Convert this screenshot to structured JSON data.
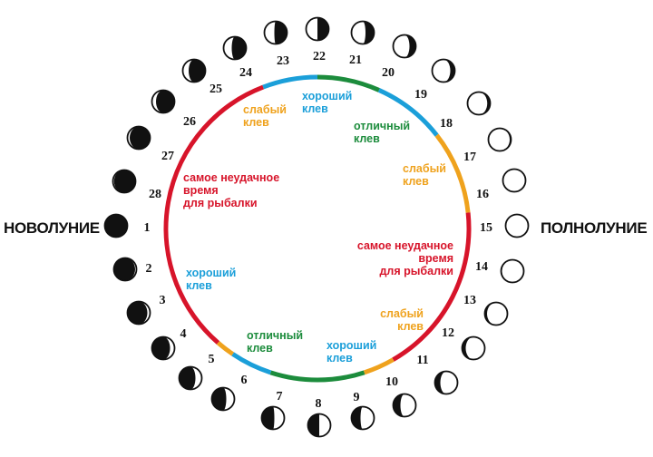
{
  "left_label": "НОВОЛУНИЕ",
  "right_label": "ПОЛНОЛУНИЕ",
  "colors": {
    "bad": "#d7142a",
    "good": "#1b9fd9",
    "excellent": "#1c8c3c",
    "weak": "#efa21d",
    "moon_dark": "#111111",
    "moon_light": "#ffffff"
  },
  "days": [
    {
      "n": "1",
      "phase": "new"
    },
    {
      "n": "2",
      "phase": "nearly-new-waxing"
    },
    {
      "n": "3",
      "phase": "waxing-crescent"
    },
    {
      "n": "4",
      "phase": "waxing-crescent"
    },
    {
      "n": "5",
      "phase": "waxing-crescent"
    },
    {
      "n": "6",
      "phase": "waxing-crescent"
    },
    {
      "n": "7",
      "phase": "first-quarter-approach"
    },
    {
      "n": "8",
      "phase": "first-quarter"
    },
    {
      "n": "9",
      "phase": "waxing-gibbous"
    },
    {
      "n": "10",
      "phase": "waxing-gibbous"
    },
    {
      "n": "11",
      "phase": "waxing-gibbous"
    },
    {
      "n": "12",
      "phase": "waxing-gibbous"
    },
    {
      "n": "13",
      "phase": "waxing-gibbous"
    },
    {
      "n": "14",
      "phase": "nearly-full"
    },
    {
      "n": "15",
      "phase": "full"
    },
    {
      "n": "16",
      "phase": "full"
    },
    {
      "n": "17",
      "phase": "waning-gibbous"
    },
    {
      "n": "18",
      "phase": "waning-gibbous"
    },
    {
      "n": "19",
      "phase": "waning-gibbous"
    },
    {
      "n": "20",
      "phase": "waning-gibbous"
    },
    {
      "n": "21",
      "phase": "waning-gibbous"
    },
    {
      "n": "22",
      "phase": "last-quarter"
    },
    {
      "n": "23",
      "phase": "last-quarter"
    },
    {
      "n": "24",
      "phase": "waning-crescent"
    },
    {
      "n": "25",
      "phase": "waning-crescent"
    },
    {
      "n": "26",
      "phase": "waning-crescent"
    },
    {
      "n": "27",
      "phase": "waning-crescent"
    },
    {
      "n": "28",
      "phase": "nearly-new-waning"
    }
  ],
  "ring_segments": [
    {
      "color": "bad"
    },
    {
      "color": "good"
    },
    {
      "color": "excellent"
    },
    {
      "color": "good"
    },
    {
      "color": "weak"
    },
    {
      "color": "bad"
    },
    {
      "color": "weak"
    },
    {
      "color": "excellent"
    },
    {
      "color": "good"
    },
    {
      "color": "weak"
    }
  ],
  "zones": [
    {
      "lines": [
        "хороший",
        "клев"
      ],
      "color": "good",
      "anchor": "start"
    },
    {
      "lines": [
        "отличный",
        "клев"
      ],
      "color": "excellent",
      "anchor": "start"
    },
    {
      "lines": [
        "слабый",
        "клев"
      ],
      "color": "weak",
      "anchor": "start"
    },
    {
      "lines": [
        "самое неудачное",
        "время",
        "для рыбалки"
      ],
      "color": "bad",
      "anchor": "end"
    },
    {
      "lines": [
        "слабый",
        "клев"
      ],
      "color": "weak",
      "anchor": "end"
    },
    {
      "lines": [
        "хороший",
        "клев"
      ],
      "color": "good",
      "anchor": "start"
    },
    {
      "lines": [
        "отличный",
        "клев"
      ],
      "color": "excellent",
      "anchor": "start"
    },
    {
      "lines": [
        "хороший",
        "клев"
      ],
      "color": "good",
      "anchor": "start"
    },
    {
      "lines": [
        "самое неудачное",
        "время",
        "для рыбалки"
      ],
      "color": "bad",
      "anchor": "start"
    },
    {
      "lines": [
        "слабый",
        "клев"
      ],
      "color": "weak",
      "anchor": "start"
    }
  ]
}
